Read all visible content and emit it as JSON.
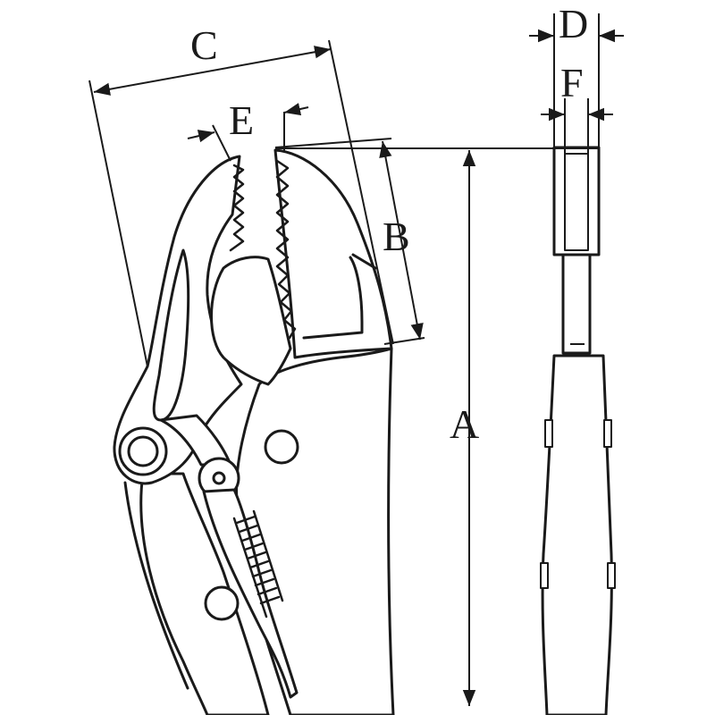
{
  "diagram": {
    "labels": {
      "a": "A",
      "b": "B",
      "c": "C",
      "d": "D",
      "e": "E",
      "f": "F"
    },
    "colors": {
      "stroke": "#1a1a1a",
      "background": "#ffffff"
    }
  }
}
